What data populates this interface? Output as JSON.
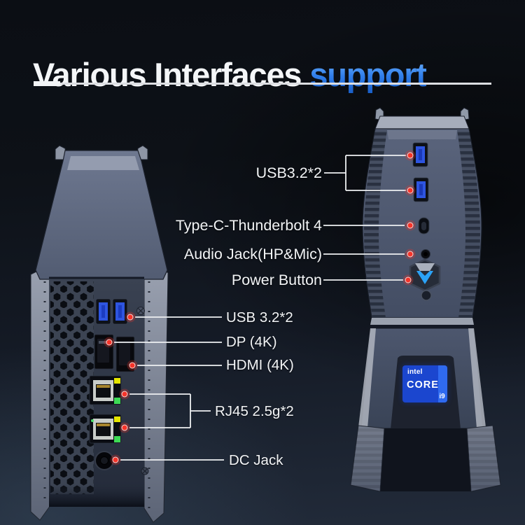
{
  "title": {
    "main": "Various Interfaces",
    "accent": "support"
  },
  "callouts": {
    "front": [
      {
        "text": "USB3.2*2"
      },
      {
        "text": "Type-C-Thunderbolt 4"
      },
      {
        "text": "Audio Jack(HP&Mic)"
      },
      {
        "text": "Power Button"
      }
    ],
    "rear": [
      {
        "text": "USB 3.2*2"
      },
      {
        "text": "DP (4K)"
      },
      {
        "text": "HDMI (4K)"
      },
      {
        "text": "RJ45 2.5g*2"
      },
      {
        "text": "DC Jack"
      }
    ]
  },
  "badge": {
    "brand": "intel",
    "product": "CORE",
    "model": "i9"
  },
  "colors": {
    "accent_blue": "#2f7de8",
    "callout_dot_red": "#f5342a",
    "usb_port_blue": "#2e55e0",
    "badge_blue": "#1b46cf",
    "badge_strip_blue": "#2f6af0",
    "led_yellow": "#e6e600",
    "led_green": "#3ddb55",
    "power_logo_blue": "#2ba3f7"
  },
  "icons": {
    "power_button_logo": "brand-triangle-icon",
    "rear_screws": "cross-screw-icon"
  }
}
